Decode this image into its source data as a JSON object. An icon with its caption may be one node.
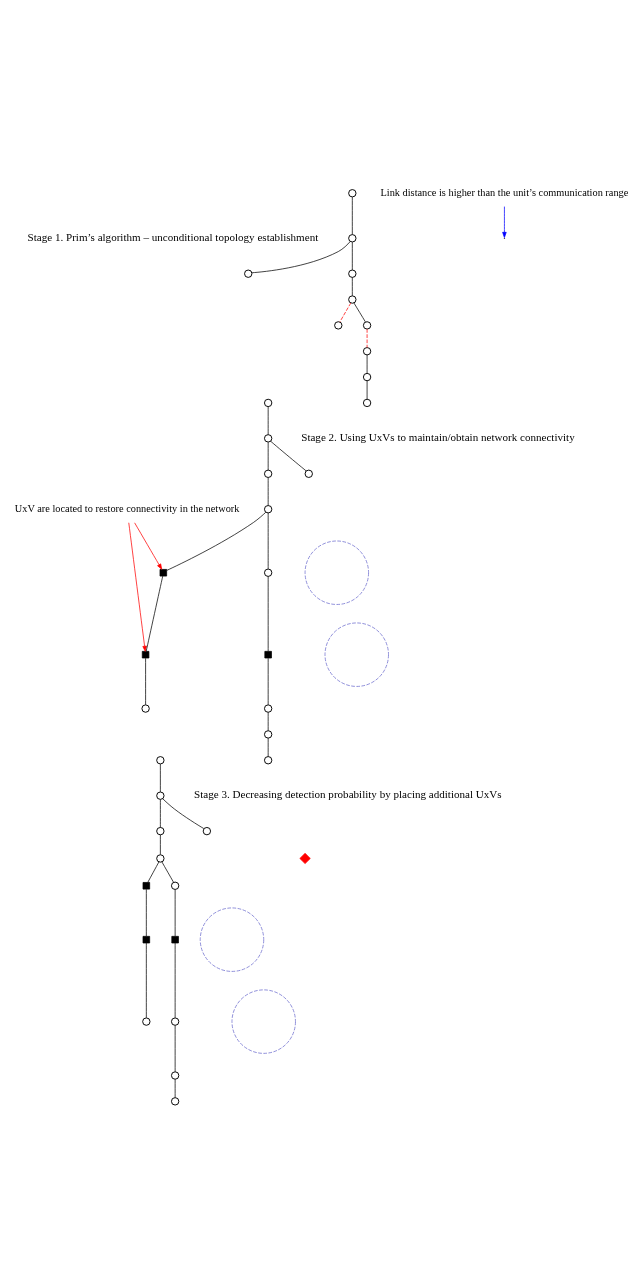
{
  "diagram": {
    "nodes": [
      {
        "text": [],
        "shape": "circle"
      },
      {
        "text": [],
        "shape": "circle"
      },
      {
        "text": [],
        "shape": "circle"
      },
      {
        "text": [
          "Link distance is higher than the unit’s communication range"
        ]
      },
      {
        "text": [],
        "shape": "circle"
      },
      {
        "text": [],
        "shape": "circle"
      },
      {
        "text": [],
        "shape": "circle"
      },
      {
        "text": [],
        "shape": "circle"
      },
      {
        "text": [],
        "shape": "circle"
      },
      {
        "text": [],
        "shape": "circle"
      },
      {
        "text": [],
        "shape": "circle"
      },
      {
        "text": [],
        "shape": "circle"
      },
      {
        "text": [],
        "shape": "circle"
      },
      {
        "text": [],
        "shape": "circle"
      },
      {
        "text": [
          "UxV are located to restore connectivity in the network"
        ]
      },
      {
        "text": [],
        "shape": "circle"
      },
      {
        "text": [],
        "shape": "circle"
      },
      {
        "text": [],
        "shape": "circle"
      },
      {
        "text": [],
        "shape": "circle"
      },
      {
        "text": [],
        "shape": "box"
      },
      {
        "text": [],
        "shape": "box"
      },
      {
        "text": [],
        "shape": "circle"
      },
      {
        "text": [],
        "shape": "circle"
      },
      {
        "text": [],
        "shape": "box"
      },
      {
        "text": [],
        "shape": "circle"
      },
      {
        "text": [],
        "shape": "circle"
      },
      {
        "text": [],
        "shape": "circle"
      },
      {
        "text": [],
        "shape": "circle"
      },
      {
        "text": [],
        "shape": "circle"
      },
      {
        "text": [],
        "shape": "circle"
      },
      {
        "text": [],
        "shape": "circle"
      },
      {
        "text": [],
        "shape": "circle"
      },
      {
        "text": [],
        "shape": "box"
      },
      {
        "text": [],
        "shape": "box"
      },
      {
        "text": [],
        "shape": "circle"
      },
      {
        "text": [],
        "shape": "circle"
      },
      {
        "text": [],
        "shape": "circle"
      },
      {
        "text": [],
        "shape": "box"
      },
      {
        "text": [],
        "shape": "circle"
      },
      {
        "text": [],
        "shape": "diamond"
      },
      {
        "text": [],
        "shape": "circle"
      },
      {
        "text": [],
        "shape": "circle"
      },
      {
        "text": [],
        "shape": "circle"
      }
    ],
    "edges": [
      {
        "from": 1,
        "to": 2,
        "arrow": "none"
      },
      {
        "from": 2,
        "to": 0,
        "arrow": "none"
      },
      {
        "from": 2,
        "to": 4,
        "arrow": "none"
      },
      {
        "from": 4,
        "to": 5,
        "arrow": "none"
      },
      {
        "from": 5,
        "to": 7,
        "arrow": "none"
      },
      {
        "from": 5,
        "to": 6,
        "arrow": "none",
        "style": "dashed",
        "color": "#ff0000"
      },
      {
        "from": 7,
        "to": 8,
        "arrow": "none",
        "style": "dashed",
        "color": "#ff0000"
      },
      {
        "from": 8,
        "to": 9,
        "arrow": "none"
      },
      {
        "from": 9,
        "to": 10,
        "arrow": "none"
      },
      {
        "from": 3,
        "to": null,
        "arrow": "to",
        "color": "#0000ff"
      },
      {
        "from": 12,
        "to": 13,
        "arrow": "none"
      },
      {
        "from": 13,
        "to": 11,
        "arrow": "none"
      },
      {
        "from": 13,
        "to": 17,
        "arrow": "none"
      },
      {
        "from": 17,
        "to": 18,
        "arrow": "none"
      },
      {
        "from": 18,
        "to": 22,
        "arrow": "none"
      },
      {
        "from": 22,
        "to": 23,
        "arrow": "none"
      },
      {
        "from": 23,
        "to": 24,
        "arrow": "none"
      },
      {
        "from": 24,
        "to": 25,
        "arrow": "none"
      },
      {
        "from": 25,
        "to": 26,
        "arrow": "none"
      },
      {
        "from": 18,
        "to": 19,
        "arrow": "none"
      },
      {
        "from": 19,
        "to": 20,
        "arrow": "none"
      },
      {
        "from": 20,
        "to": 21,
        "arrow": "none"
      },
      {
        "from": 14,
        "to": 19,
        "arrow": "to",
        "color": "#ff0000"
      },
      {
        "from": 14,
        "to": 20,
        "arrow": "to",
        "color": "#ff0000"
      },
      {
        "from": 28,
        "to": 29,
        "arrow": "none"
      },
      {
        "from": 29,
        "to": 27,
        "arrow": "none"
      },
      {
        "from": 29,
        "to": 30,
        "arrow": "none"
      },
      {
        "from": 30,
        "to": 31,
        "arrow": "none"
      },
      {
        "from": 31,
        "to": 35,
        "arrow": "none"
      },
      {
        "from": 35,
        "to": 37,
        "arrow": "none"
      },
      {
        "from": 37,
        "to": 40,
        "arrow": "none"
      },
      {
        "from": 40,
        "to": 41,
        "arrow": "none"
      },
      {
        "from": 41,
        "to": 42,
        "arrow": "none"
      },
      {
        "from": 31,
        "to": 32,
        "arrow": "none"
      },
      {
        "from": 32,
        "to": 33,
        "arrow": "none"
      },
      {
        "from": 33,
        "to": 34,
        "arrow": "none"
      }
    ],
    "labels": [
      "Stage 1. Prim’s algorithm – unconditional topology establishment",
      "Stage 2. Using UxVs to maintain/obtain network connectivity",
      "Stage 3. Decreasing detection probability by placing additional UxVs"
    ]
  }
}
